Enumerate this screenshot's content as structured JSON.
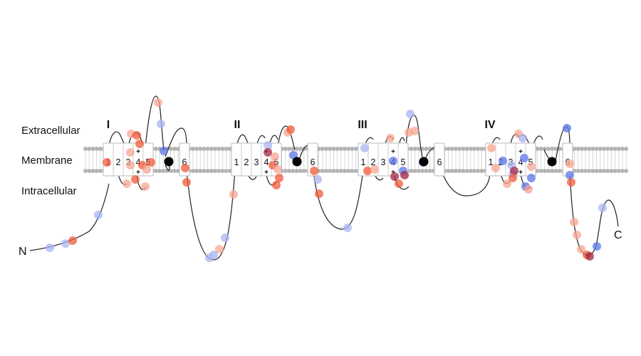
{
  "labels": {
    "extracellular": "Extracellular",
    "membrane": "Membrane",
    "intracellular": "Intracellular",
    "n_terminus": "N",
    "c_terminus": "C"
  },
  "domains": [
    {
      "numeral": "I",
      "segments": [
        "1",
        "2",
        "3",
        "4",
        "5",
        "6"
      ]
    },
    {
      "numeral": "II",
      "segments": [
        "1",
        "2",
        "3",
        "4",
        "5",
        "6"
      ]
    },
    {
      "numeral": "III",
      "segments": [
        "1",
        "2",
        "3",
        "4",
        "5",
        "6"
      ]
    },
    {
      "numeral": "IV",
      "segments": [
        "1",
        "2",
        "3",
        "4",
        "5",
        "6"
      ]
    }
  ],
  "charge_symbol": "+",
  "colors": {
    "lipid_head": "#b4b4b4",
    "loop_line": "#222222",
    "variant_red": "#f25a3a",
    "variant_light_red": "#f7a592",
    "variant_blue": "#5b74e8",
    "variant_light_blue": "#a9b4f2",
    "variant_maroon": "#a12845",
    "pore_marker": "#000000"
  }
}
